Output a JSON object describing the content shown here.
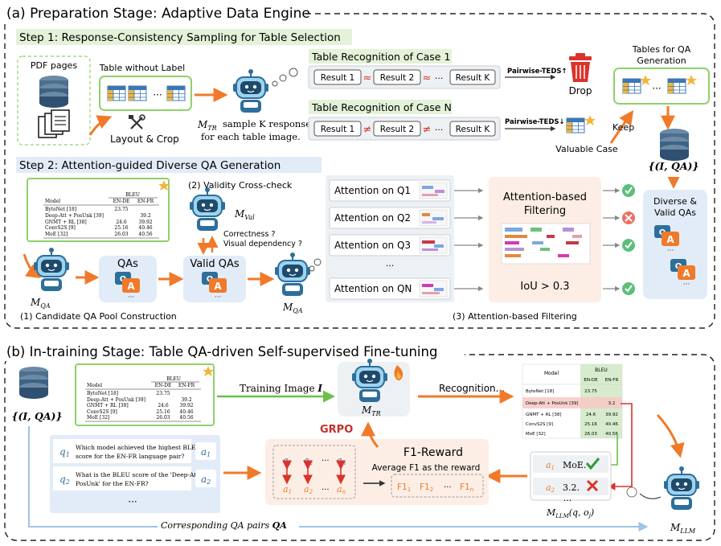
{
  "stage_a": {
    "title": "(a) Preparation Stage: Adaptive Data Engine",
    "step1": {
      "title": "Step 1: Response-Consistency Sampling for Table Selection",
      "pdf_pages": "PDF pages",
      "table_without_label": "Table without Label",
      "layout_crop": "Layout & Crop",
      "model_caption_line1": "sample K responses",
      "model_caption_line2": "for each table image.",
      "case1_title": "Table Recognition of Case 1",
      "caseN_title": "Table Recognition of Case N",
      "result1": "Result 1",
      "result2": "Result 2",
      "resultK": "Result K",
      "approx": "≈",
      "neq": "≠",
      "dots": "···",
      "pairwise_up": "Pairwise-TEDS↑",
      "pairwise_down": "Pairwise-TEDS↓",
      "drop": "Drop",
      "valuable_case": "Valuable Case",
      "keep": "Keep",
      "tables_for_qa_line1": "Tables for QA",
      "tables_for_qa_line2": "Generation",
      "pair_set": "{(I, QA)}"
    },
    "step2": {
      "title": "Step 2: Attention-guided Diverse QA Generation",
      "validity_check": "(2) Validity Cross-check",
      "m_val": "M",
      "m_val_sub": "Val",
      "correctness": "Correctness ?",
      "visual_dependency": "Visual dependency ?",
      "qas": "QAs",
      "valid_qas": "Valid QAs",
      "m_qa_sub": "QA",
      "candidate_pool": "(1) Candidate QA Pool Construction",
      "attention_filtering": "(3) Attention-based Filtering",
      "attention_q1": "Attention on Q1",
      "attention_q2": "Attention on Q2",
      "attention_q3": "Attention on Q3",
      "attention_qn": "Attention on QN",
      "vdots": "···",
      "filter_title_line1": "Attention-based",
      "filter_title_line2": "Filtering",
      "iou": "IoU > 0.3",
      "diverse_line1": "Diverse &",
      "diverse_line2": "Valid QAs"
    },
    "table": {
      "header_bleu": "BLEU",
      "col_model": "Model",
      "col_ende": "EN-DE",
      "col_enfr": "EN-FR",
      "rows": [
        [
          "ByteNet [18]",
          "23.75",
          ""
        ],
        [
          "Deep-Att + PosUnk [39]",
          "",
          "39.2"
        ],
        [
          "GNMT + RL [38]",
          "24.6",
          "39.92"
        ],
        [
          "ConvS2S [9]",
          "25.16",
          "40.46"
        ],
        [
          "MoE [32]",
          "26.03",
          "40.56"
        ]
      ]
    }
  },
  "stage_b": {
    "title": "(b) In-training Stage: Table QA-driven Self-supervised Fine-tuning",
    "pair_set": "{(I, QA)}",
    "training_image": "Training Image ",
    "training_image_var": "I",
    "m_tr_sub": "TR",
    "recognition": "Recognition...",
    "grpo": "GRPO",
    "f1_reward": "F1-Reward",
    "avg_f1": "Average F1 as the reward",
    "q1_label": "q",
    "q1_text_line1": "Which model achieved the highest BLEU",
    "q1_text_line2": "score for the EN-FR language pair?",
    "q2_text_line1": "What is the BLEU score of the 'Deep-Att +",
    "q2_text_line2": "PosUnk' for the EN-FR?",
    "a_label": "a",
    "dots": "···",
    "f1_label": "F1",
    "answer1": "MoE.",
    "answer2": "3.2.",
    "m_llm_q": "M",
    "m_llm_q_sub": "LLM",
    "m_llm_q_args": "(q, o",
    "m_llm_q_close": ")",
    "m_llm_sub": "LLM",
    "corresponding": "Corresponding QA pairs ",
    "corresponding_var": "QA",
    "green_table": {
      "col_model": "Model",
      "header_bleu": "BLEU",
      "col_ende": "EN-DE",
      "col_enfr": "EN-FR",
      "rows": [
        [
          "ByteNet [18]",
          "23.75",
          ""
        ],
        [
          "Deep-Att + PosUnk [39]",
          "",
          "3.2"
        ],
        [
          "GNMT + RL [38]",
          "24.6",
          "39.92"
        ],
        [
          "ConvS2S [9]",
          "25.16",
          "40.46"
        ],
        [
          "MoE [32]",
          "26.03",
          "40.56"
        ]
      ]
    }
  },
  "colors": {
    "green_border": "#8fd16a",
    "light_green": "#e3f2d8",
    "light_blue": "#e2ecf8",
    "orange": "#f07a2a",
    "red": "#d9342b",
    "check_green": "#5cbf7a",
    "robot_blue": "#2d6f9b",
    "peach": "#fdeee5"
  }
}
